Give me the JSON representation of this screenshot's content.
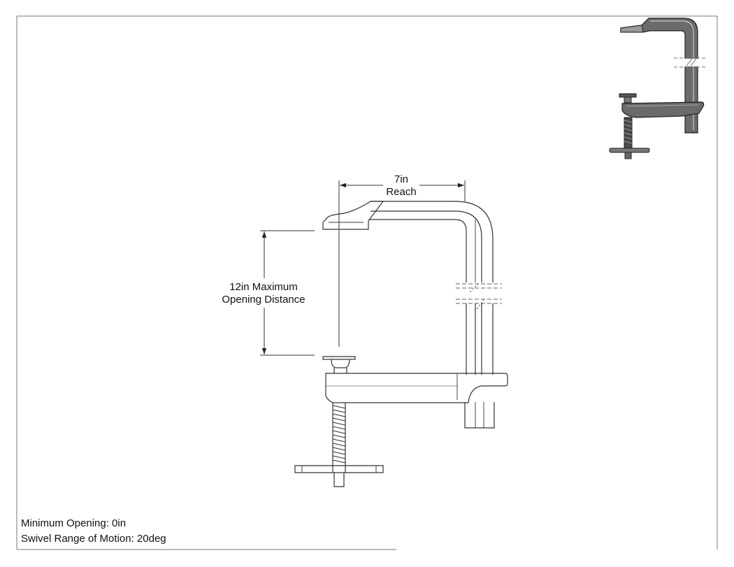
{
  "dimensions": {
    "reach": {
      "value": "7in",
      "label": "Reach"
    },
    "opening": {
      "line1": "12in Maximum",
      "line2": "Opening Distance"
    }
  },
  "notes": {
    "minimum_opening": "Minimum Opening: 0in",
    "swivel_range": "Swivel Range of Motion: 20deg"
  }
}
